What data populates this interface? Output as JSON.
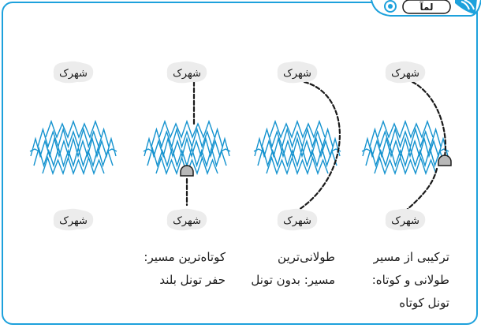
{
  "brand": {
    "logo_text": "لمآ",
    "accent_color": "#1da1dc",
    "icon_names": [
      "target-icon",
      "signal-icon"
    ]
  },
  "town_label": "شهرک",
  "colors": {
    "mountain_stroke": "#1593cf",
    "tag_fill": "#ececec",
    "path_stroke": "#1a1a1a",
    "tunnel_fill": "#b8b8b8"
  },
  "panels": [
    {
      "id": "no-route",
      "top_town": "شهرک",
      "bottom_town": "شهرک",
      "caption_lines": []
    },
    {
      "id": "short-route",
      "top_town": "شهرک",
      "bottom_town": "شهرک",
      "caption_lines": [
        "کوتاه‌ترین مسیر:",
        "حفر تونل بلند"
      ]
    },
    {
      "id": "long-route",
      "top_town": "شهرک",
      "bottom_town": "شهرک",
      "caption_lines": [
        "طولانی‌ترین",
        "مسیر: بدون تونل"
      ]
    },
    {
      "id": "combined-route",
      "top_town": "شهرک",
      "bottom_town": "شهرک",
      "caption_lines": [
        "ترکیبی از مسیر",
        "طولانی و کوتاه:",
        "تونل کوتاه"
      ]
    }
  ]
}
